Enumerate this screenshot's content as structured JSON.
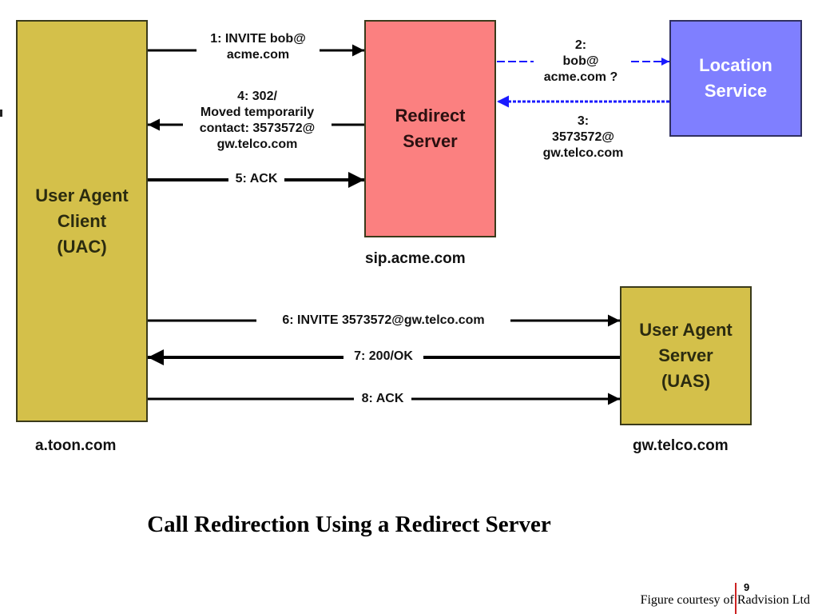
{
  "nodes": {
    "uac": {
      "label": "User Agent\nClient\n(UAC)",
      "host": "a.toon.com",
      "fill": "#d4c04a"
    },
    "redirect_server": {
      "label": "Redirect\nServer",
      "host": "sip.acme.com",
      "fill": "#fb8080"
    },
    "location_service": {
      "label": "Location\nService",
      "fill": "#7f7fff"
    },
    "uas": {
      "label": "User Agent\nServer\n(UAS)",
      "host": "gw.telco.com",
      "fill": "#d4c04a"
    }
  },
  "messages": [
    {
      "id": "m1",
      "text": "1: INVITE bob@\nacme.com",
      "from": "uac",
      "to": "redirect_server",
      "style": "solid"
    },
    {
      "id": "m2",
      "text": "2:\nbob@\nacme.com ?",
      "from": "redirect_server",
      "to": "location_service",
      "style": "dashed"
    },
    {
      "id": "m3",
      "text": "3:\n3573572@\ngw.telco.com",
      "from": "location_service",
      "to": "redirect_server",
      "style": "dashed"
    },
    {
      "id": "m4",
      "text": "4: 302/\nMoved temporarily\ncontact: 3573572@\ngw.telco.com",
      "from": "redirect_server",
      "to": "uac",
      "style": "solid"
    },
    {
      "id": "m5",
      "text": "5: ACK",
      "from": "uac",
      "to": "redirect_server",
      "style": "solid"
    },
    {
      "id": "m6",
      "text": "6: INVITE 3573572@gw.telco.com",
      "from": "uac",
      "to": "uas",
      "style": "solid"
    },
    {
      "id": "m7",
      "text": "7: 200/OK",
      "from": "uas",
      "to": "uac",
      "style": "solid"
    },
    {
      "id": "m8",
      "text": "8: ACK",
      "from": "uac",
      "to": "uas",
      "style": "solid"
    }
  ],
  "colors": {
    "arrow": "#000000",
    "location_arrow": "#1a1aff"
  },
  "caption": "Call Redirection Using a Redirect Server",
  "footer": {
    "page_number": "9",
    "credit": "Figure courtesy of Radvision Ltd"
  }
}
